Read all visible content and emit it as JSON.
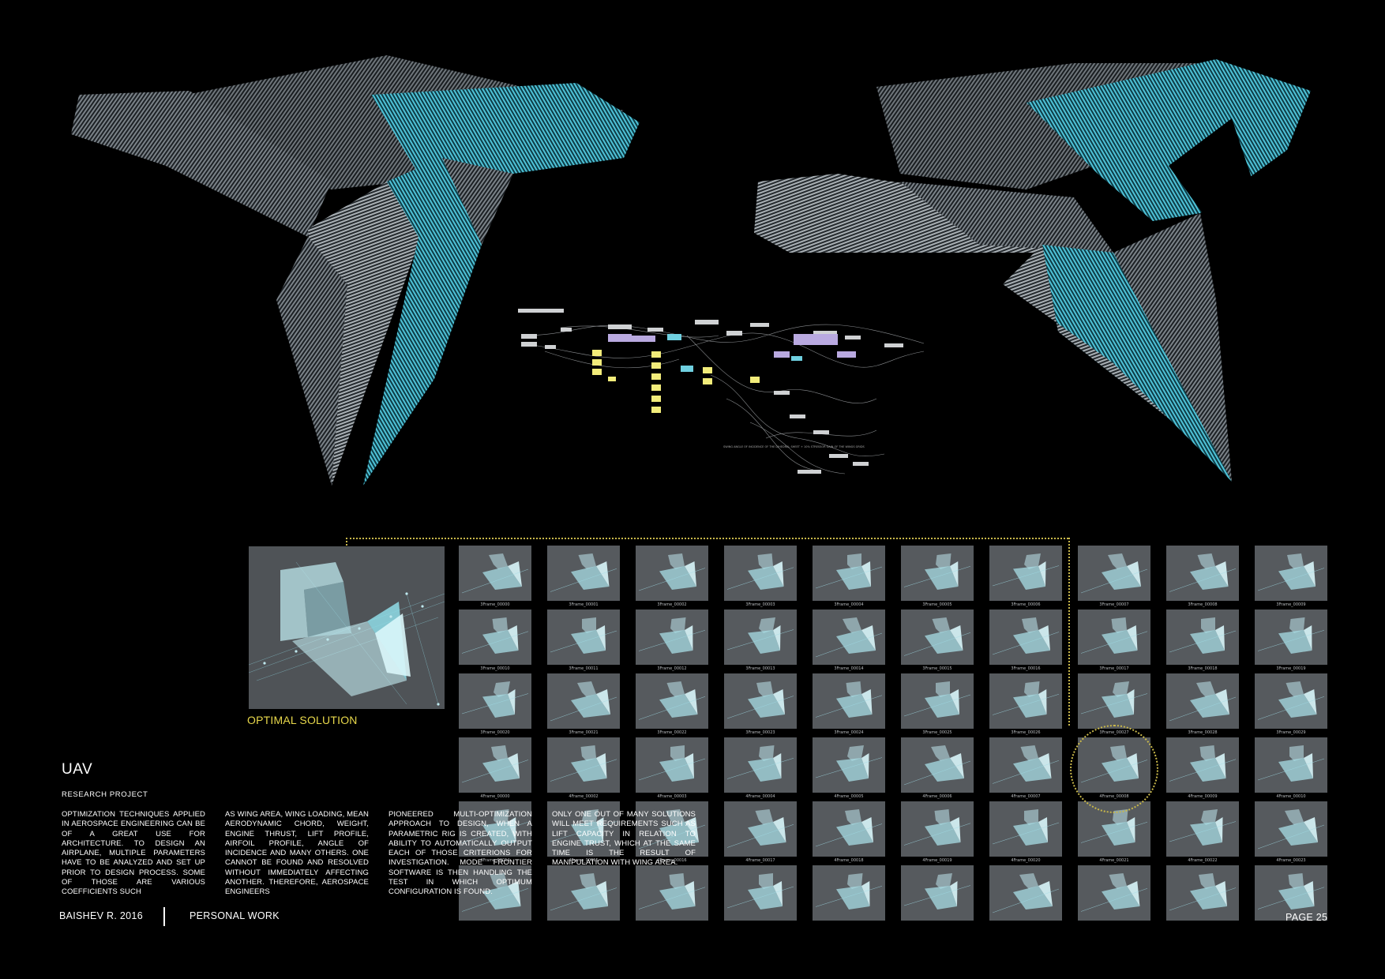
{
  "project": {
    "title": "UAV",
    "subtitle": "RESEARCH PROJECT",
    "columns": [
      "Optimization techniques applied in aerospace engineering can be of a great use for architecture. To design an airplane, multiple parameters have to be analyzed and set up prior to design process. Some of those are various coefficients such",
      "as wing area, wing loading, mean aerodynamic chord, weight, engine thrust, lift profile, airfoil profile, angle of incidence and many others. One cannot be found and resolved without immediately affecting another. Therefore, aerospace engineers",
      "pioneered multi-optimization approach to design, when a parametric rig is created, with ability to automatically output each of those criterions for investigation. Mode Frontier software is then handling the test in which optimum configuration is found.",
      "Only one out of many solutions will meet requirements such as lift capacity in relation to engine trust, which at the same time is the result of manipulation with wing area."
    ]
  },
  "optimal_solution": {
    "caption": "OPTIMAL SOLUTION"
  },
  "frames": {
    "rows": [
      [
        "3Frame_00000",
        "3Frame_00001",
        "3Frame_00002",
        "3Frame_00003",
        "3Frame_00004",
        "3Frame_00005",
        "3Frame_00006",
        "3Frame_00007",
        "3Frame_00008",
        "3Frame_00009"
      ],
      [
        "3Frame_00010",
        "3Frame_00011",
        "3Frame_00012",
        "3Frame_00013",
        "3Frame_00014",
        "3Frame_00015",
        "3Frame_00016",
        "3Frame_00017",
        "3Frame_00018",
        "3Frame_00019"
      ],
      [
        "3Frame_00020",
        "3Frame_00021",
        "3Frame_00022",
        "3Frame_00023",
        "3Frame_00024",
        "3Frame_00025",
        "3Frame_00026",
        "3Frame_00027",
        "3Frame_00028",
        "3Frame_00029"
      ],
      [
        "4Frame_00000",
        "4Frame_00002",
        "4Frame_00003",
        "4Frame_00004",
        "4Frame_00005",
        "4Frame_00006",
        "4Frame_00007",
        "4Frame_00008",
        "4Frame_00009",
        "4Frame_00010"
      ],
      [
        "4Frame_00014",
        "4Frame_00015",
        "4Frame_00016",
        "4Frame_00017",
        "4Frame_00018",
        "4Frame_00019",
        "4Frame_00020",
        "4Frame_00021",
        "4Frame_00022",
        "4Frame_00023"
      ],
      [
        "",
        "",
        "",
        "",
        "",
        "",
        "",
        "",
        "",
        ""
      ]
    ],
    "selected_frame": "4Frame_00008"
  },
  "footer": {
    "author": "BAISHEV R. 2016",
    "section": "PERSONAL WORK",
    "page": "PAGE 25"
  },
  "colors": {
    "accent_cyan": "#52c8dc",
    "highlight_yellow": "#e8d84b",
    "node_yellow": "#f2ec7a",
    "node_purple": "#b9a9e0"
  }
}
